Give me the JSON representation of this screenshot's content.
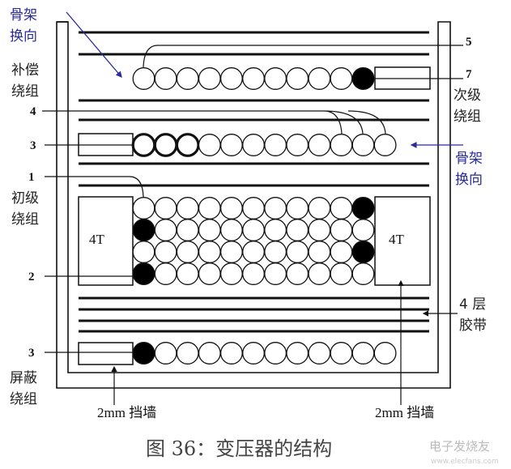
{
  "labels": {
    "bobbin_turn_left": [
      "骨架",
      "换向"
    ],
    "bobbin_turn_right": [
      "骨架",
      "换向"
    ],
    "compensation_winding": [
      "补偿",
      "绕组"
    ],
    "primary_winding": [
      "初级",
      "绕组"
    ],
    "shield_winding": [
      "屏蔽",
      "绕组"
    ],
    "secondary_winding": [
      "次级",
      "绕组"
    ],
    "tape": [
      "4 层",
      "胶带"
    ],
    "wall_left": "2mm 挡墙",
    "wall_right": "2mm 挡墙",
    "margin_left": "4T",
    "margin_right": "4T"
  },
  "pins": {
    "p5": "5",
    "p7": "7",
    "p4": "4",
    "p3a": "3",
    "p1": "1",
    "p2": "2",
    "p3b": "3"
  },
  "caption": "图 36：变压器的结构",
  "watermark": {
    "name": "电子发烧友",
    "url": "www.elecfans.com"
  },
  "colors": {
    "accent": "#2a2a9a",
    "line": "#111111"
  }
}
